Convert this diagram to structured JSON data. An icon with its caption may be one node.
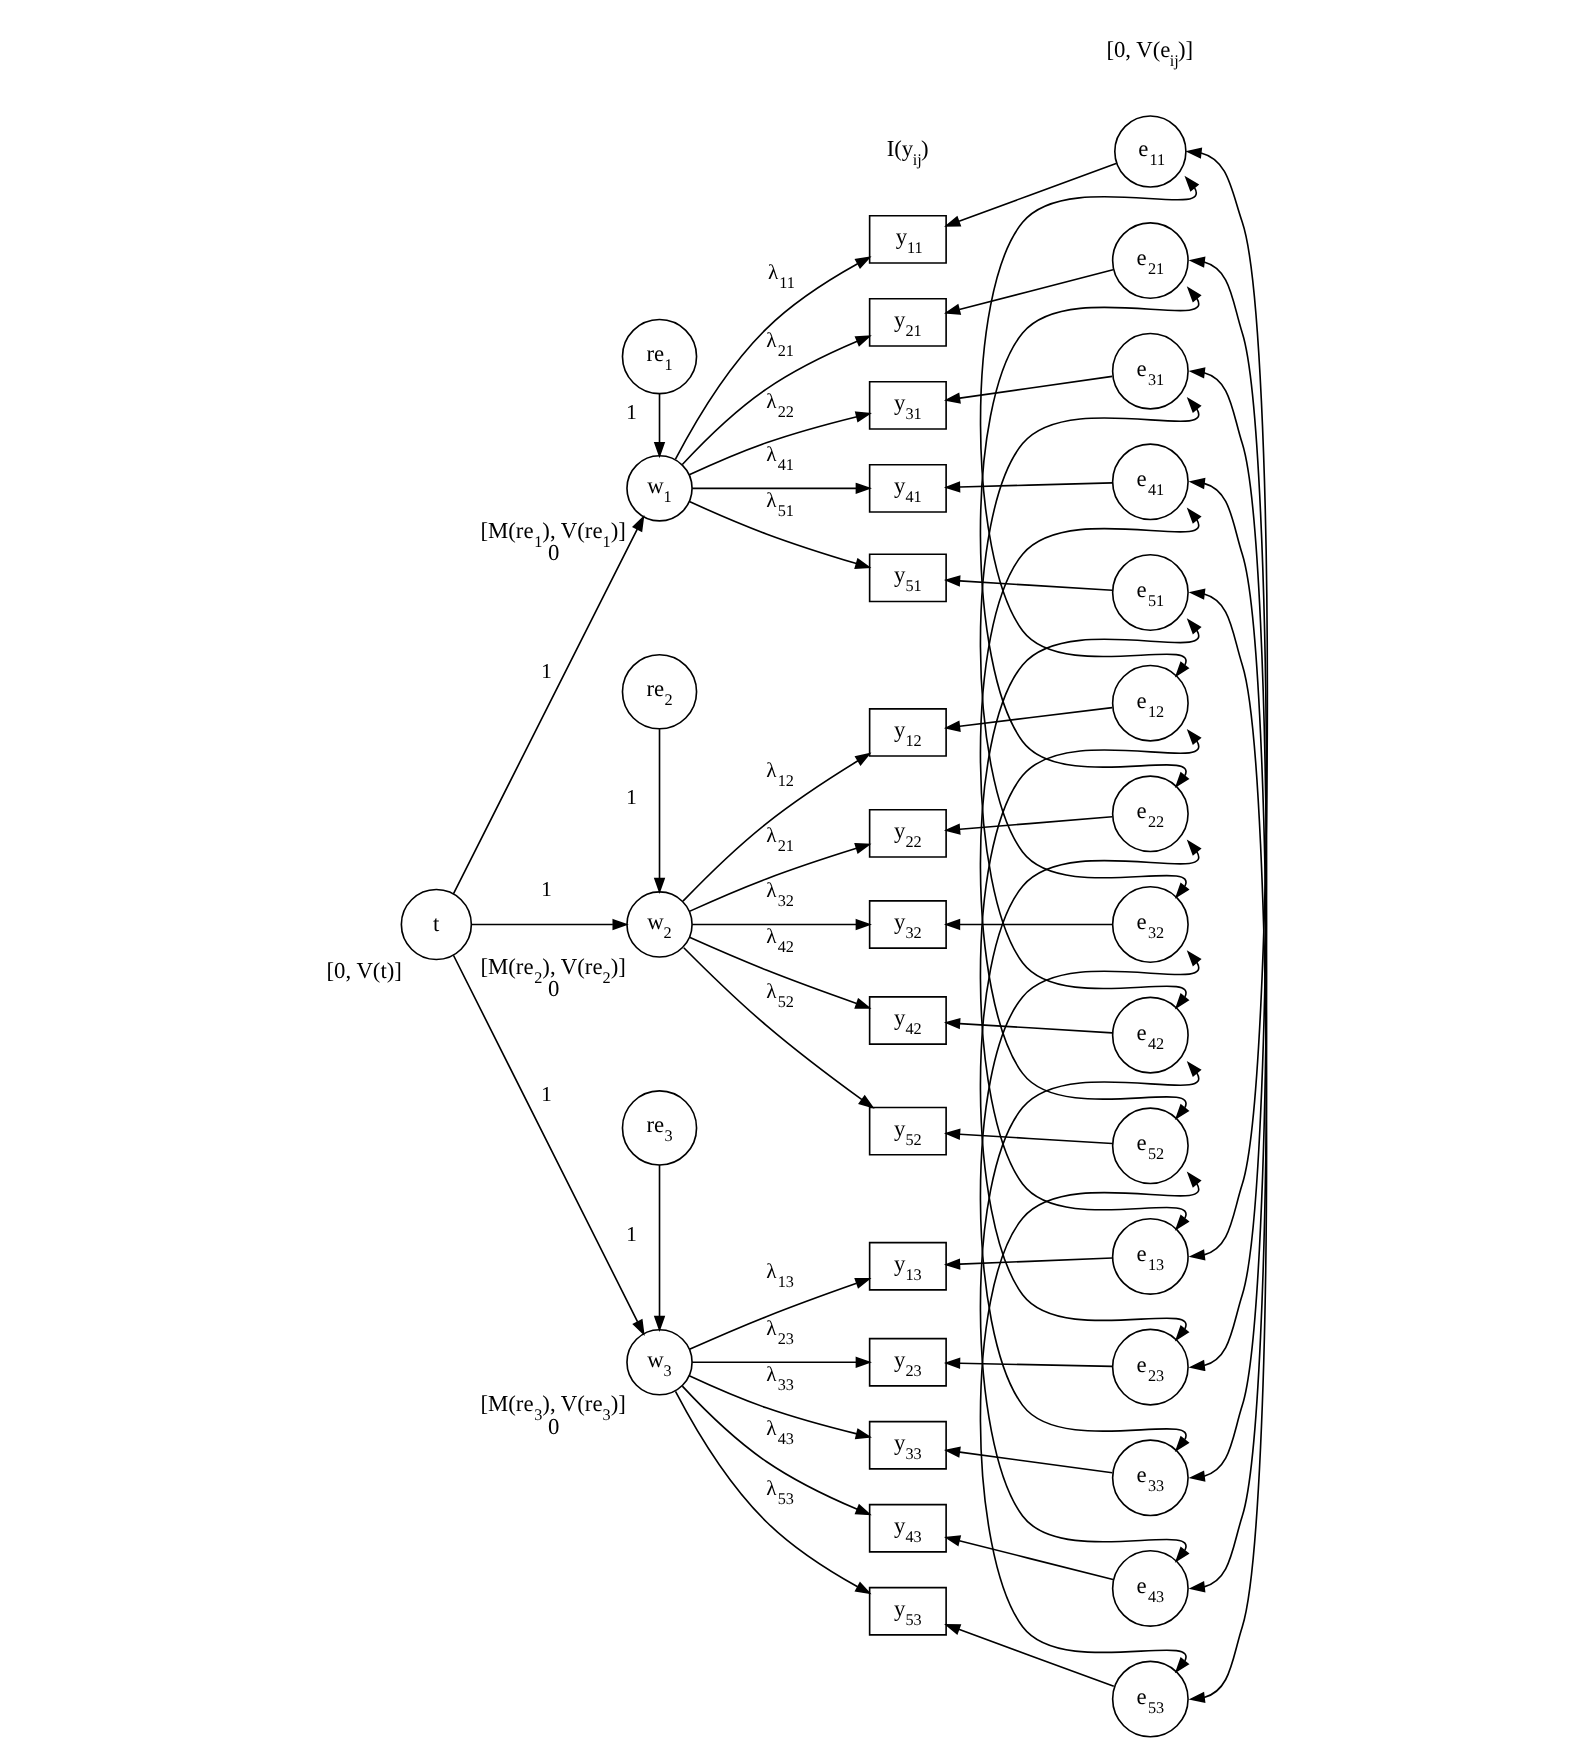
{
  "diagram": {
    "nodes": [
      {
        "text": [
          "t"
        ],
        "beside": [
          "[0, V(t)]"
        ]
      },
      {
        "text": [
          "re$_{1}$"
        ]
      },
      {
        "text": [
          "w$_{1}$"
        ],
        "beside": [
          "[M(re$_{1}$), V(re$_{1}$)]",
          "0"
        ]
      },
      {
        "text": [
          "y$_{11}$"
        ]
      },
      {
        "text": [
          "y$_{21}$"
        ]
      },
      {
        "text": [
          "y$_{31}$"
        ]
      },
      {
        "text": [
          "y$_{41}$"
        ]
      },
      {
        "text": [
          "y$_{51}$"
        ]
      },
      {
        "text": [
          "e$_{11}$"
        ]
      },
      {
        "text": [
          "e$_{21}$"
        ]
      },
      {
        "text": [
          "e$_{31}$"
        ]
      },
      {
        "text": [
          "e$_{41}$"
        ]
      },
      {
        "text": [
          "e$_{51}$"
        ]
      },
      {
        "text": [
          "re$_{2}$"
        ]
      },
      {
        "text": [
          "w$_{2}$"
        ],
        "beside": [
          "[M(re$_{2}$), V(re$_{2}$)]",
          "0"
        ]
      },
      {
        "text": [
          "y$_{12}$"
        ]
      },
      {
        "text": [
          "y$_{22}$"
        ]
      },
      {
        "text": [
          "y$_{32}$"
        ]
      },
      {
        "text": [
          "y$_{42}$"
        ]
      },
      {
        "text": [
          "y$_{52}$"
        ]
      },
      {
        "text": [
          "e$_{12}$"
        ]
      },
      {
        "text": [
          "e$_{22}$"
        ]
      },
      {
        "text": [
          "e$_{32}$"
        ]
      },
      {
        "text": [
          "e$_{42}$"
        ]
      },
      {
        "text": [
          "e$_{52}$"
        ]
      },
      {
        "text": [
          "re$_{3}$"
        ]
      },
      {
        "text": [
          "w$_{3}$"
        ],
        "beside": [
          "[M(re$_{3}$), V(re$_{3}$)]",
          "0"
        ]
      },
      {
        "text": [
          "y$_{13}$"
        ]
      },
      {
        "text": [
          "y$_{23}$"
        ]
      },
      {
        "text": [
          "y$_{33}$"
        ]
      },
      {
        "text": [
          "y$_{43}$"
        ]
      },
      {
        "text": [
          "y$_{53}$"
        ]
      },
      {
        "text": [
          "e$_{13}$"
        ]
      },
      {
        "text": [
          "e$_{23}$"
        ]
      },
      {
        "text": [
          "e$_{33}$"
        ]
      },
      {
        "text": [
          "e$_{43}$"
        ]
      },
      {
        "text": [
          "e$_{53}$"
        ]
      }
    ],
    "edges": [
      {
        "from": 0,
        "to": 2,
        "arrow": "to",
        "label": "1"
      },
      {
        "from": 0,
        "to": 14,
        "arrow": "to",
        "label": "1"
      },
      {
        "from": 0,
        "to": 26,
        "arrow": "to",
        "label": "1"
      },
      {
        "from": 1,
        "to": 2,
        "arrow": "to",
        "label": "1"
      },
      {
        "from": 13,
        "to": 14,
        "arrow": "to",
        "label": "1"
      },
      {
        "from": 25,
        "to": 26,
        "arrow": "to",
        "label": "1"
      },
      {
        "from": 2,
        "to": 3,
        "arrow": "to",
        "label": "λ$_{11}$"
      },
      {
        "from": 2,
        "to": 4,
        "arrow": "to",
        "label": "λ$_{21}$"
      },
      {
        "from": 2,
        "to": 5,
        "arrow": "to",
        "label": "λ$_{22}$"
      },
      {
        "from": 2,
        "to": 6,
        "arrow": "to",
        "label": "λ$_{41}$"
      },
      {
        "from": 2,
        "to": 7,
        "arrow": "to",
        "label": "λ$_{51}$"
      },
      {
        "from": 14,
        "to": 15,
        "arrow": "to",
        "label": "λ$_{12}$"
      },
      {
        "from": 14,
        "to": 16,
        "arrow": "to",
        "label": "λ$_{21}$"
      },
      {
        "from": 14,
        "to": 17,
        "arrow": "to",
        "label": "λ$_{32}$"
      },
      {
        "from": 14,
        "to": 18,
        "arrow": "to",
        "label": "λ$_{42}$"
      },
      {
        "from": 14,
        "to": 19,
        "arrow": "to",
        "label": "λ$_{52}$"
      },
      {
        "from": 26,
        "to": 27,
        "arrow": "to",
        "label": "λ$_{13}$"
      },
      {
        "from": 26,
        "to": 28,
        "arrow": "to",
        "label": "λ$_{23}$"
      },
      {
        "from": 26,
        "to": 29,
        "arrow": "to",
        "label": "λ$_{33}$"
      },
      {
        "from": 26,
        "to": 30,
        "arrow": "to",
        "label": "λ$_{43}$"
      },
      {
        "from": 26,
        "to": 31,
        "arrow": "to",
        "label": "λ$_{53}$"
      },
      {
        "from": 8,
        "to": 3,
        "arrow": "to"
      },
      {
        "from": 9,
        "to": 4,
        "arrow": "to"
      },
      {
        "from": 10,
        "to": 5,
        "arrow": "to"
      },
      {
        "from": 11,
        "to": 6,
        "arrow": "to"
      },
      {
        "from": 12,
        "to": 7,
        "arrow": "to"
      },
      {
        "from": 20,
        "to": 15,
        "arrow": "to"
      },
      {
        "from": 21,
        "to": 16,
        "arrow": "to"
      },
      {
        "from": 22,
        "to": 17,
        "arrow": "to"
      },
      {
        "from": 23,
        "to": 18,
        "arrow": "to"
      },
      {
        "from": 24,
        "to": 19,
        "arrow": "to"
      },
      {
        "from": 32,
        "to": 27,
        "arrow": "to"
      },
      {
        "from": 33,
        "to": 28,
        "arrow": "to"
      },
      {
        "from": 34,
        "to": 29,
        "arrow": "to"
      },
      {
        "from": 35,
        "to": 30,
        "arrow": "to"
      },
      {
        "from": 36,
        "to": 31,
        "arrow": "to"
      },
      {
        "from": 8,
        "to": 20,
        "arrow": "both"
      },
      {
        "from": 8,
        "to": 32,
        "arrow": "both"
      },
      {
        "from": 20,
        "to": 32,
        "arrow": "both"
      },
      {
        "from": 9,
        "to": 21,
        "arrow": "both"
      },
      {
        "from": 9,
        "to": 33,
        "arrow": "both"
      },
      {
        "from": 21,
        "to": 33,
        "arrow": "both"
      },
      {
        "from": 10,
        "to": 22,
        "arrow": "both"
      },
      {
        "from": 10,
        "to": 34,
        "arrow": "both"
      },
      {
        "from": 22,
        "to": 34,
        "arrow": "both"
      },
      {
        "from": 11,
        "to": 23,
        "arrow": "both"
      },
      {
        "from": 11,
        "to": 35,
        "arrow": "both"
      },
      {
        "from": 23,
        "to": 35,
        "arrow": "both"
      },
      {
        "from": 12,
        "to": 24,
        "arrow": "both"
      },
      {
        "from": 12,
        "to": 36,
        "arrow": "both"
      },
      {
        "from": 24,
        "to": 36,
        "arrow": "both"
      }
    ],
    "labels": [
      "I(y$_{ij}$)",
      "[0, V(e$_{ij}$)]"
    ]
  }
}
